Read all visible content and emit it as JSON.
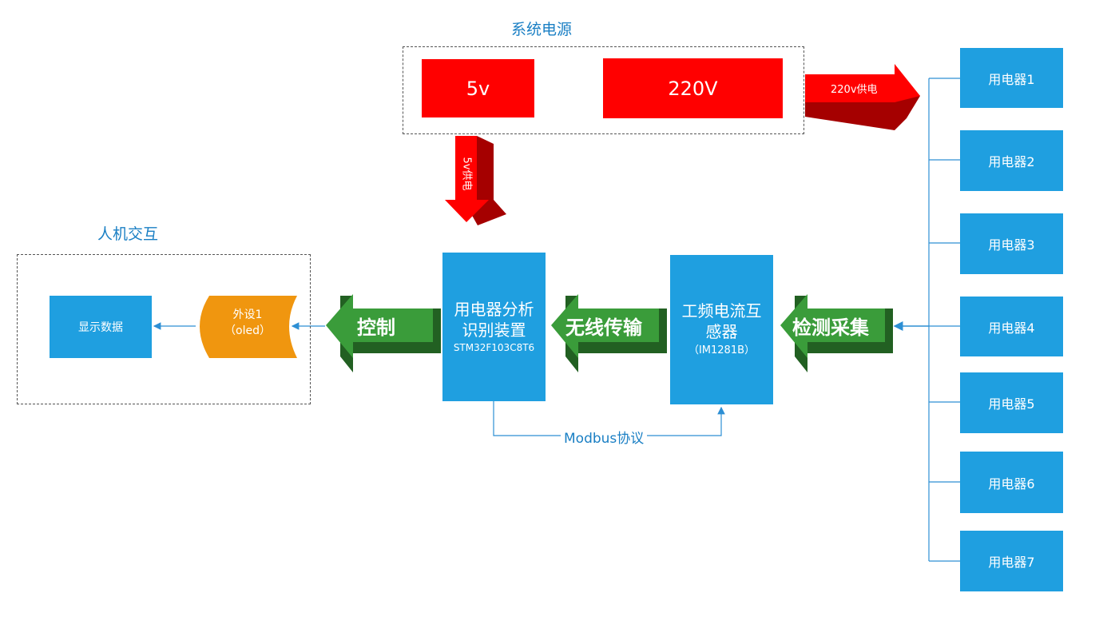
{
  "colors": {
    "blue": "#1f9fe0",
    "red": "#ff0000",
    "dark_red": "#a50000",
    "green": "#3a9c3a",
    "dark_green": "#226022",
    "orange": "#f0960f",
    "title_blue": "#1a7fc4",
    "line_blue": "#2d8fd4"
  },
  "power": {
    "title": "系统电源",
    "box_5v": "5v",
    "box_220v": "220V",
    "arrow_220v": "220v供电",
    "arrow_5v": "5v供电"
  },
  "hmi": {
    "title": "人机交互",
    "display": "显示数据",
    "peripheral_line1": "外设1",
    "peripheral_line2": "（oled）"
  },
  "mcu": {
    "line1": "用电器分析",
    "line2": "识别装置",
    "line3": "STM32F103C8T6"
  },
  "sensor": {
    "line1": "工频电流互",
    "line2": "感器",
    "line3": "（IM1281B）"
  },
  "arrows": {
    "control": "控制",
    "wireless": "无线传输",
    "collect": "检测采集"
  },
  "protocol": "Modbus协议",
  "appliances": [
    "用电器1",
    "用电器2",
    "用电器3",
    "用电器4",
    "用电器5",
    "用电器6",
    "用电器7"
  ]
}
